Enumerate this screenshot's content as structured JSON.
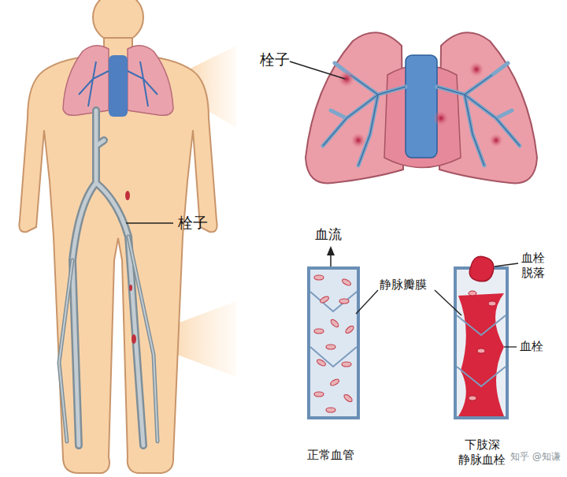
{
  "diagram": {
    "labels": [
      "栓子",
      "栓子",
      "血流",
      "静脉瓣膜",
      "血栓 脱落",
      "血栓",
      "正常血管",
      "下肢深 静脉血栓",
      "知乎 @知谦"
    ]
  }
}
